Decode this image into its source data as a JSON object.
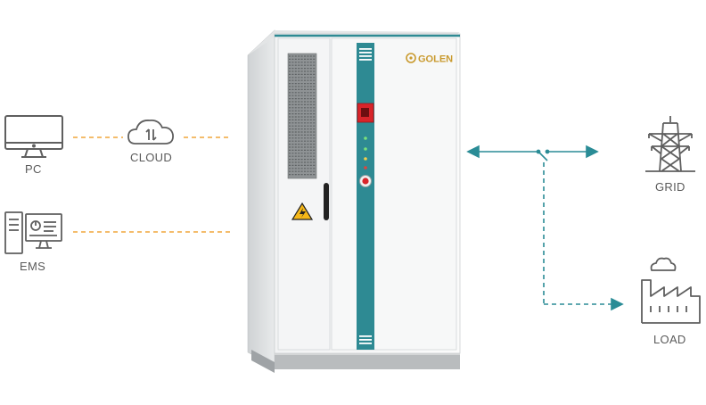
{
  "labels": {
    "pc": "PC",
    "cloud": "CLOUD",
    "ems": "EMS",
    "grid": "GRID",
    "load": "LOAD"
  },
  "cabinet": {
    "brand": "GOLEN"
  },
  "icons": {
    "pc": "monitor-icon",
    "cloud": "cloud-sync-icon",
    "ems": "ems-workstation-icon",
    "grid": "power-tower-icon",
    "load": "factory-icon",
    "warning": "electrical-hazard-icon"
  },
  "colors": {
    "data_link": "#f0a53c",
    "power_link": "#2a8c96",
    "icon_stroke": "#5f5f5f",
    "cabinet_accent": "#2e8a93",
    "emergency_switch": "#d8242a"
  }
}
